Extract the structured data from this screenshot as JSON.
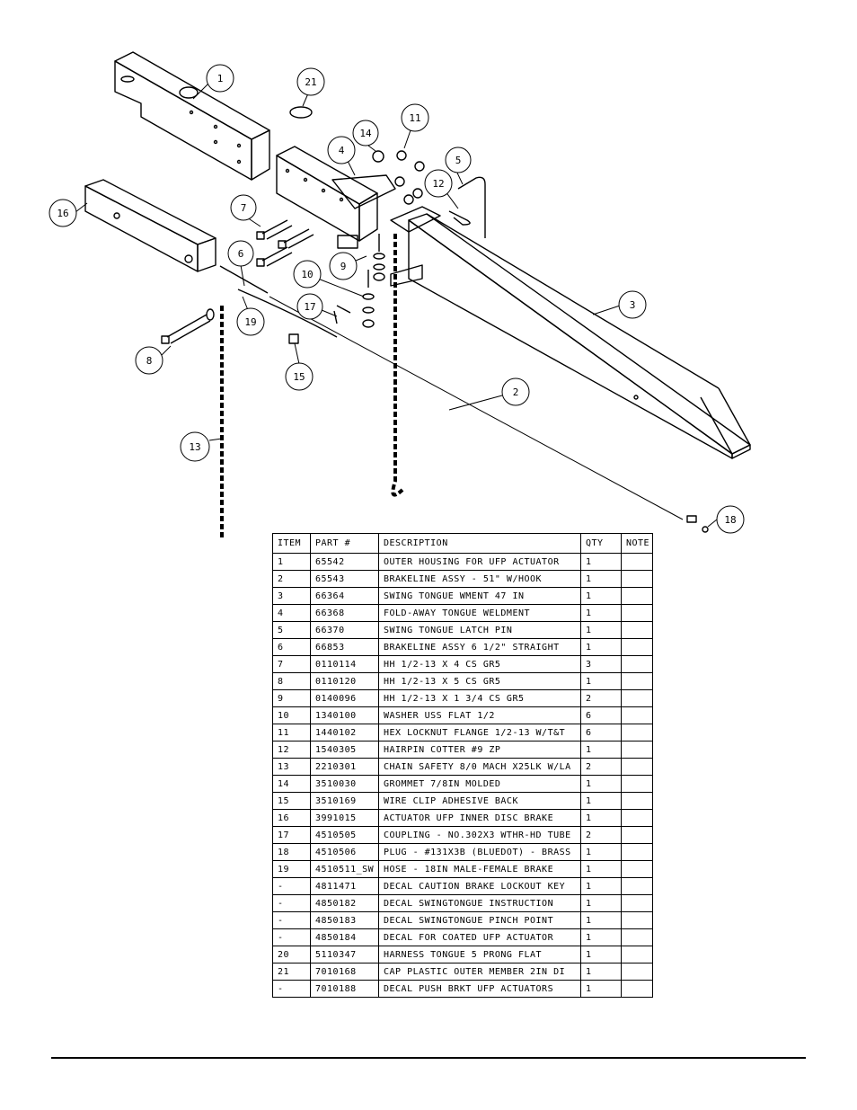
{
  "callouts": [
    "1",
    "2",
    "3",
    "4",
    "5",
    "6",
    "7",
    "8",
    "9",
    "10",
    "11",
    "12",
    "13",
    "14",
    "15",
    "16",
    "17",
    "18",
    "19",
    "21"
  ],
  "parts_table": {
    "headers": [
      "ITEM",
      "PART #",
      "DESCRIPTION",
      "QTY",
      "NOTE"
    ],
    "rows": [
      [
        "1",
        "65542",
        "OUTER HOUSING FOR UFP ACTUATOR",
        "1",
        ""
      ],
      [
        "2",
        "65543",
        "BRAKELINE ASSY - 51\" W/HOOK",
        "1",
        ""
      ],
      [
        "3",
        "66364",
        "SWING TONGUE WMENT 47 IN",
        "1",
        ""
      ],
      [
        "4",
        "66368",
        "FOLD-AWAY TONGUE WELDMENT",
        "1",
        ""
      ],
      [
        "5",
        "66370",
        "SWING TONGUE LATCH PIN",
        "1",
        ""
      ],
      [
        "6",
        "66853",
        "BRAKELINE ASSY 6 1/2\" STRAIGHT",
        "1",
        ""
      ],
      [
        "7",
        "0110114",
        "HH 1/2-13 X 4 CS GR5",
        "3",
        ""
      ],
      [
        "8",
        "0110120",
        "HH 1/2-13 X 5 CS GR5",
        "1",
        ""
      ],
      [
        "9",
        "0140096",
        "HH 1/2-13 X 1 3/4 CS GR5",
        "2",
        ""
      ],
      [
        "10",
        "1340100",
        "WASHER USS FLAT 1/2",
        "6",
        ""
      ],
      [
        "11",
        "1440102",
        "HEX LOCKNUT FLANGE 1/2-13 W/T&T",
        "6",
        ""
      ],
      [
        "12",
        "1540305",
        "HAIRPIN COTTER #9 ZP",
        "1",
        ""
      ],
      [
        "13",
        "2210301",
        "CHAIN SAFETY 8/0 MACH X25LK W/LA",
        "2",
        ""
      ],
      [
        "14",
        "3510030",
        "GROMMET  7/8IN MOLDED",
        "1",
        ""
      ],
      [
        "15",
        "3510169",
        "WIRE CLIP  ADHESIVE BACK",
        "1",
        ""
      ],
      [
        "16",
        "3991015",
        "ACTUATOR UFP INNER  DISC BRAKE",
        "1",
        ""
      ],
      [
        "17",
        "4510505",
        "COUPLING - NO.302X3 WTHR-HD TUBE",
        "2",
        ""
      ],
      [
        "18",
        "4510506",
        "PLUG - #131X3B (BLUEDOT) - BRASS",
        "1",
        ""
      ],
      [
        "19",
        "4510511_SW",
        "HOSE - 18IN MALE-FEMALE BRAKE",
        "1",
        ""
      ],
      [
        "-",
        "4811471",
        "DECAL CAUTION BRAKE LOCKOUT KEY",
        "1",
        ""
      ],
      [
        "-",
        "4850182",
        "DECAL SWINGTONGUE INSTRUCTION",
        "1",
        ""
      ],
      [
        "-",
        "4850183",
        "DECAL SWINGTONGUE PINCH POINT",
        "1",
        ""
      ],
      [
        "-",
        "4850184",
        "DECAL FOR COATED UFP ACTUATOR",
        "1",
        ""
      ],
      [
        "20",
        "5110347",
        "HARNESS  TONGUE 5 PRONG FLAT",
        "1",
        ""
      ],
      [
        "21",
        "7010168",
        "CAP  PLASTIC OUTER MEMBER 2IN DI",
        "1",
        ""
      ],
      [
        "-",
        "7010188",
        "DECAL PUSH BRKT UFP ACTUATORS",
        "1",
        ""
      ]
    ]
  }
}
